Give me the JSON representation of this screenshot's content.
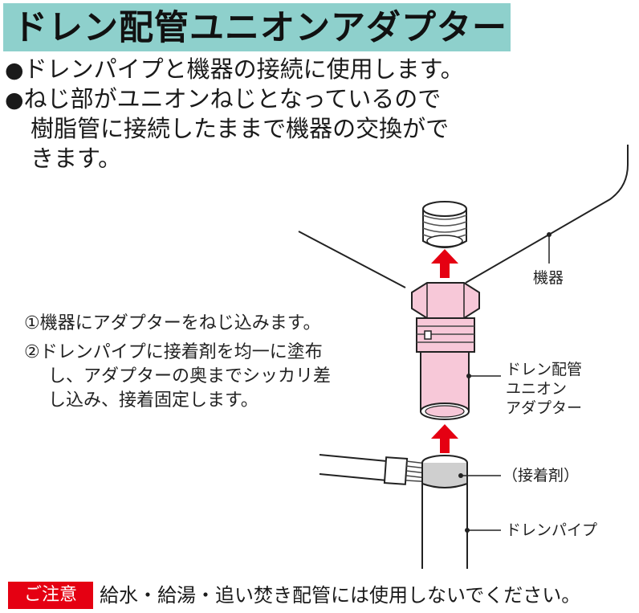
{
  "title": "ドレン配管ユニオンアダプター",
  "intro": {
    "bullet_1": "ドレンパイプと機器の接続に使用します。",
    "bullet_2_line_1": "ねじ部がユニオンねじとなっているので",
    "bullet_2_line_2": "樹脂管に接続したままで機器の交換がで",
    "bullet_2_line_3": "きます。"
  },
  "steps": {
    "step_1": "①機器にアダプターをねじ込みます。",
    "step_2_line_1": "②ドレンパイプに接着剤を均一に塗布",
    "step_2_line_2": "し、アダプターの奥までシッカリ差",
    "step_2_line_3": "し込み、接着固定します。"
  },
  "labels": {
    "equipment": "機器",
    "adapter_line_1": "ドレン配管",
    "adapter_line_2": "ユニオン",
    "adapter_line_3": "アダプター",
    "adhesive": "（接着剤）",
    "drain_pipe": "ドレンパイプ"
  },
  "caution": {
    "badge": "ご注意",
    "text": "給水・給湯・追い焚き配管には使用しないでください。"
  },
  "colors": {
    "title_bg": "#8ed0cc",
    "adapter_fill": "#f7c8d8",
    "arrow": "#e50012",
    "caution_bg": "#e50012"
  }
}
